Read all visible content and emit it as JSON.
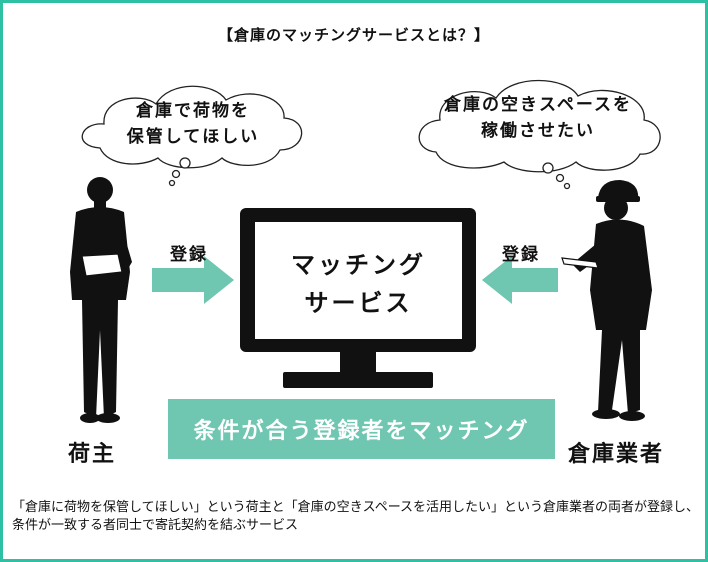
{
  "title": "【倉庫のマッチングサービスとは？】",
  "thought_left": {
    "line1": "倉庫で荷物を",
    "line2": "保管してほしい"
  },
  "thought_right": {
    "line1": "倉庫の空きスペースを",
    "line2": "稼働させたい"
  },
  "arrow_left_label": "登録",
  "arrow_right_label": "登録",
  "monitor": {
    "line1": "マッチング",
    "line2": "サービス"
  },
  "banner": "条件が合う登録者をマッチング",
  "person_left_label": "荷主",
  "person_right_label": "倉庫業者",
  "caption": "「倉庫に荷物を保管してほしい」という荷主と「倉庫の空きスペースを活用したい」という倉庫業者の両者が登録し、条件が一致する者同士で寄託契約を結ぶサービス",
  "colors": {
    "frame": "#2ec0a3",
    "arrow": "#6fc6b1",
    "banner": "#6fc6b1",
    "ink": "#111111"
  }
}
